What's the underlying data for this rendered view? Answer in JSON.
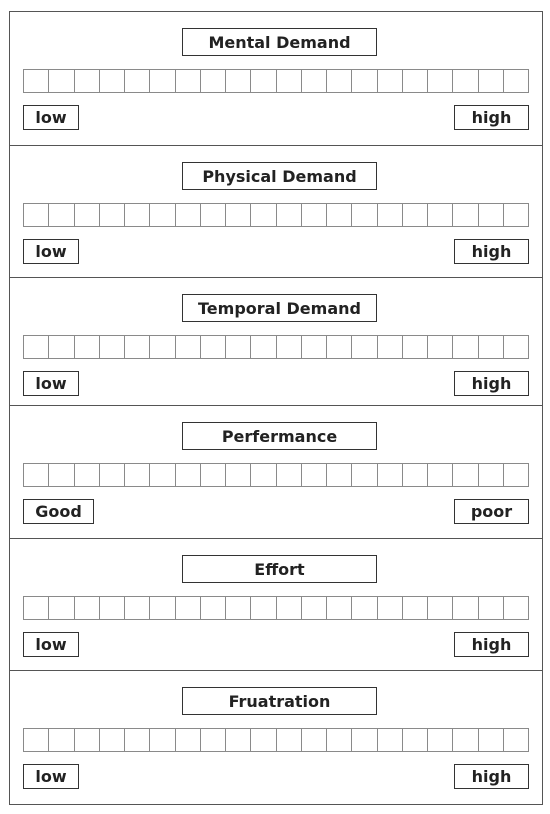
{
  "form": {
    "sections": [
      {
        "title": "Mental Demand",
        "low": "low",
        "high": "high"
      },
      {
        "title": "Physical Demand",
        "low": "low",
        "high": "high"
      },
      {
        "title": "Temporal Demand",
        "low": "low",
        "high": "high"
      },
      {
        "title": "Perfermance",
        "low": "Good",
        "high": "poor"
      },
      {
        "title": "Effort",
        "low": "low",
        "high": "high"
      },
      {
        "title": "Fruatration",
        "low": "low",
        "high": "high"
      }
    ],
    "scale_cells": 20
  }
}
